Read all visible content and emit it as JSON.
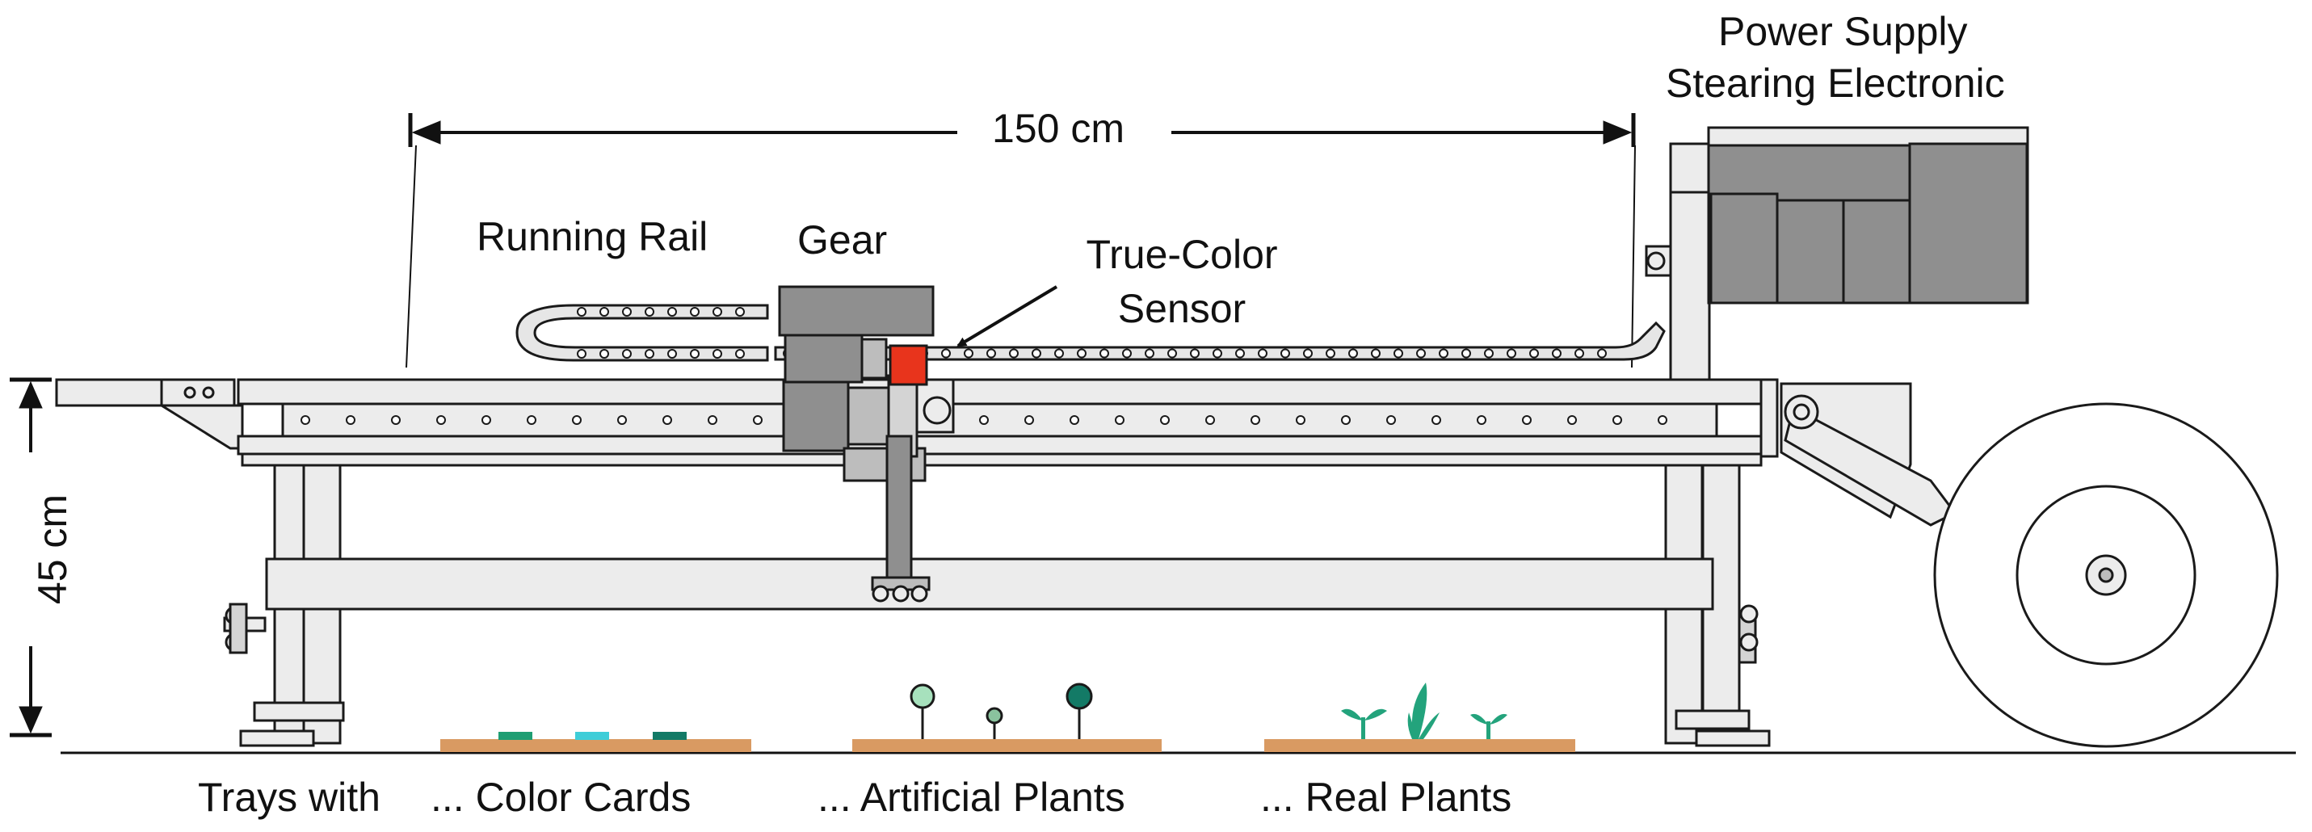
{
  "labels": {
    "power_supply": "Power Supply",
    "steering_electronic": "Stearing Electronic",
    "width_dimension": "150 cm",
    "height_dimension": "45 cm",
    "running_rail": "Running Rail",
    "gear": "Gear",
    "sensor_line1": "True-Color",
    "sensor_line2": "Sensor",
    "trays_with": "Trays with",
    "color_cards": "... Color Cards",
    "artificial_plants": "... Artificial Plants",
    "real_plants": "... Real Plants"
  },
  "colors": {
    "outline": "#1a1a1a",
    "frame_fill": "#ececec",
    "electronics_box": "#8f8f8f",
    "sensor": "#e8341c",
    "tray": "#d99a62",
    "card_1": "#1f9e73",
    "card_2": "#3fcdd8",
    "card_3": "#137a66",
    "plant_light": "#a7e1bd",
    "plant_mid": "#8ac39e",
    "plant_dark": "#137a66",
    "sprout": "#23a37c"
  }
}
